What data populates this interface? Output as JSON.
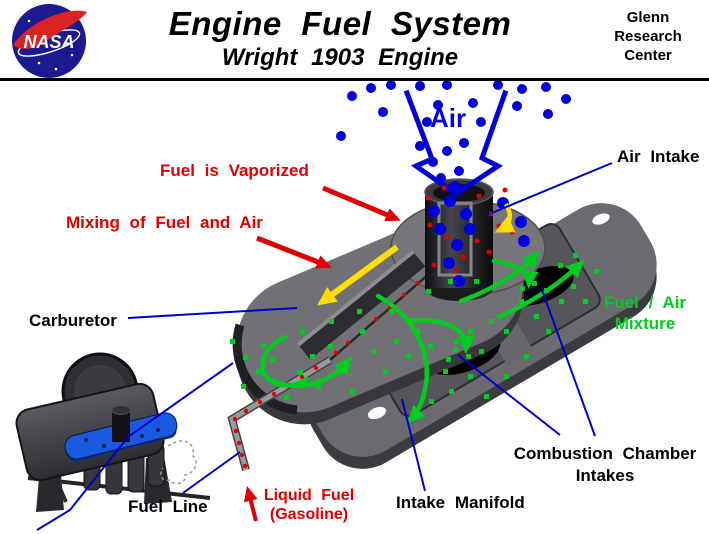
{
  "header": {
    "title": "Engine Fuel System",
    "subtitle": "Wright 1903 Engine",
    "org": {
      "line1": "Glenn",
      "line2": "Research",
      "line3": "Center"
    },
    "logo_text": "NASA"
  },
  "labels": {
    "air": "Air",
    "air_intake": "Air Intake",
    "fuel_vaporized": "Fuel is Vaporized",
    "mixing": "Mixing of Fuel and Air",
    "carburetor": "Carburetor",
    "fuel_air_mixture_line1": "Fuel / Air",
    "fuel_air_mixture_line2": "Mixture",
    "combustion_line1": "Combustion Chamber",
    "combustion_line2": "Intakes",
    "intake_manifold": "Intake Manifold",
    "fuel_line": "Fuel Line",
    "liquid_fuel_line1": "Liquid Fuel",
    "liquid_fuel_line2": "(Gasoline)"
  },
  "colors": {
    "air_blue": "#0000dd",
    "leader_blue": "#0000cc",
    "fuel_red": "#dd0000",
    "mixture_green": "#00cc22",
    "vapor_yellow": "#ffdf00",
    "plate_gray": "#717175",
    "manifold_gray": "#6b6b6f",
    "logo_blue": "#1b1b8f",
    "logo_red": "#dd2222"
  }
}
